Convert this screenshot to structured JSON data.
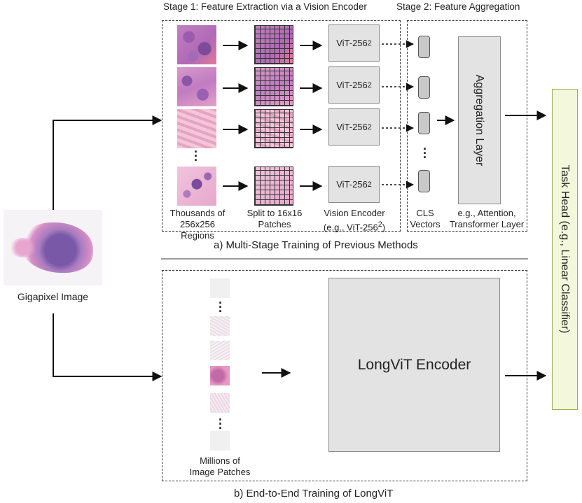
{
  "stage1_title": "Stage 1: Feature Extraction via a Vision Encoder",
  "stage2_title": "Stage 2: Feature Aggregation",
  "vit_label": "ViT-256",
  "vit_sup": "2",
  "aggregation_label": "Aggregation Layer",
  "labels": {
    "regions": [
      "Thousands of",
      "256x256 Regions"
    ],
    "split": [
      "Split to 16x16",
      "Patches"
    ],
    "vision_encoder": [
      "Vision Encoder",
      "(e.g., ViT-256"
    ],
    "cls": [
      "CLS",
      "Vectors"
    ],
    "agg_examples": [
      "e.g., Attention,",
      "Transformer Layer"
    ],
    "gigapixel": "Gigapixel Image",
    "millions": [
      "Millions of",
      "Image Patches"
    ]
  },
  "caption_a": "a) Multi-Stage Training of Previous Methods",
  "caption_b": "b) End-to-End Training of LongViT",
  "longvit_label": "LongViT Encoder",
  "task_head_label": "Task Head (e.g., Linear Classifier)",
  "colors": {
    "task_head_bg": "#f3f7dc",
    "task_head_border": "#9fae4e",
    "box_gray": "#e3e3e3",
    "tissue_pink": "#d97fb4",
    "tissue_purple": "#8a5aa6"
  },
  "icons": [
    "pathology-tile",
    "patch-grid",
    "gigapixel-slide",
    "arrow"
  ]
}
